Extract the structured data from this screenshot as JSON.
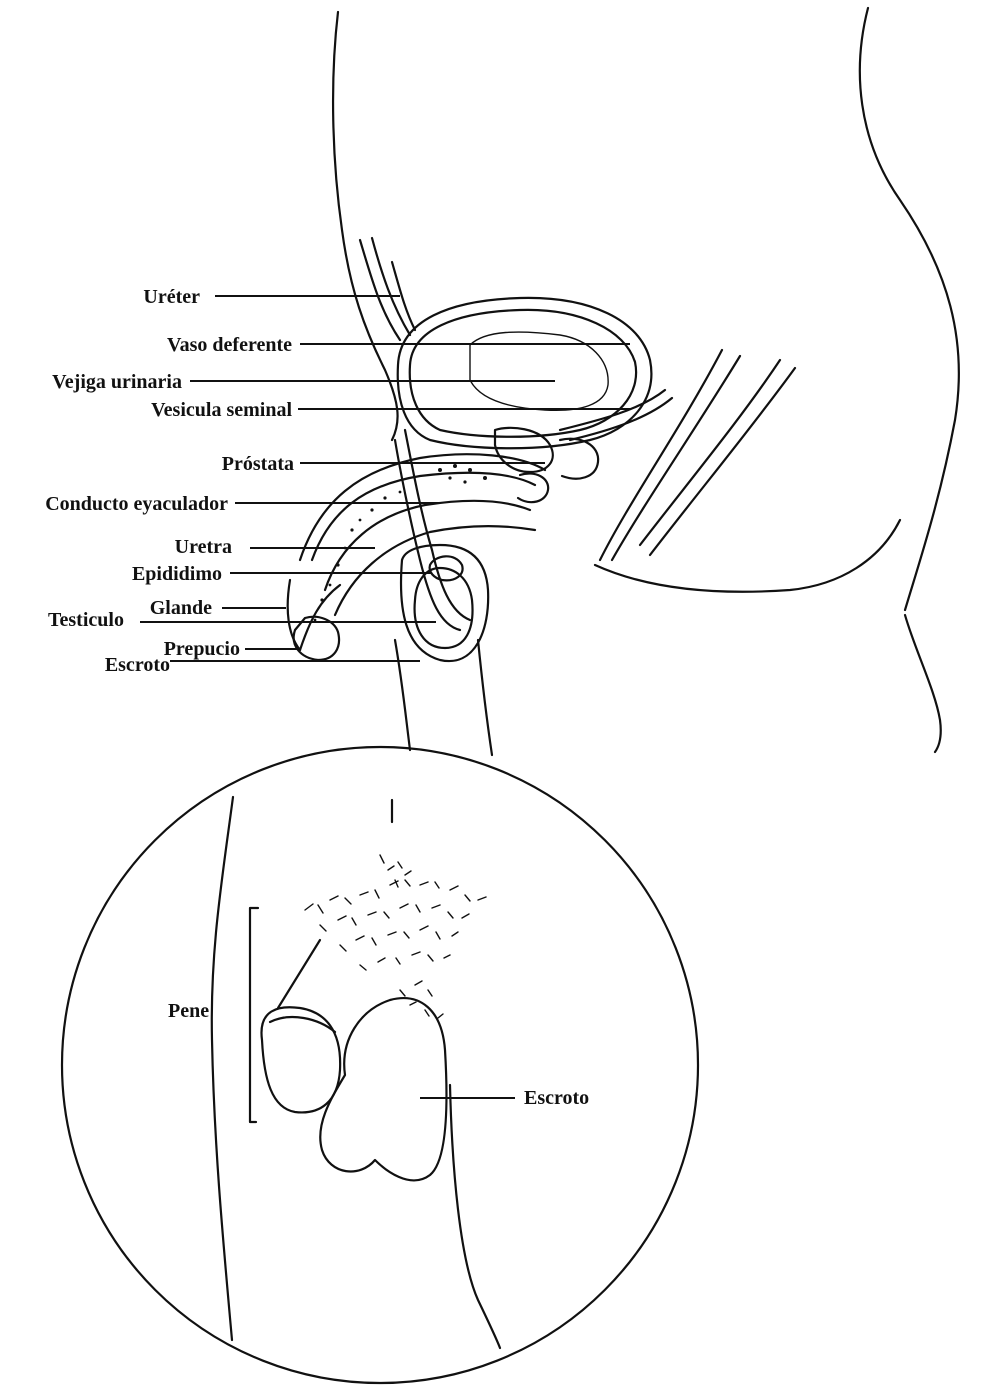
{
  "labels": {
    "ureter": "Uréter",
    "vaso_deferente": "Vaso deferente",
    "vejiga_urinaria": "Vejiga urinaria",
    "vesicula_seminal": "Vesicula seminal",
    "prostata": "Próstata",
    "conducto_eyaculador": "Conducto eyaculador",
    "uretra": "Uretra",
    "epididimo": "Epididimo",
    "testiculo": "Testiculo",
    "glande": "Glande",
    "prepucio": "Prepucio",
    "escroto": "Escroto"
  },
  "inset": {
    "pene": "Pene",
    "escroto": "Escroto"
  },
  "colors": {
    "ink": "#111111",
    "background": "#ffffff"
  }
}
